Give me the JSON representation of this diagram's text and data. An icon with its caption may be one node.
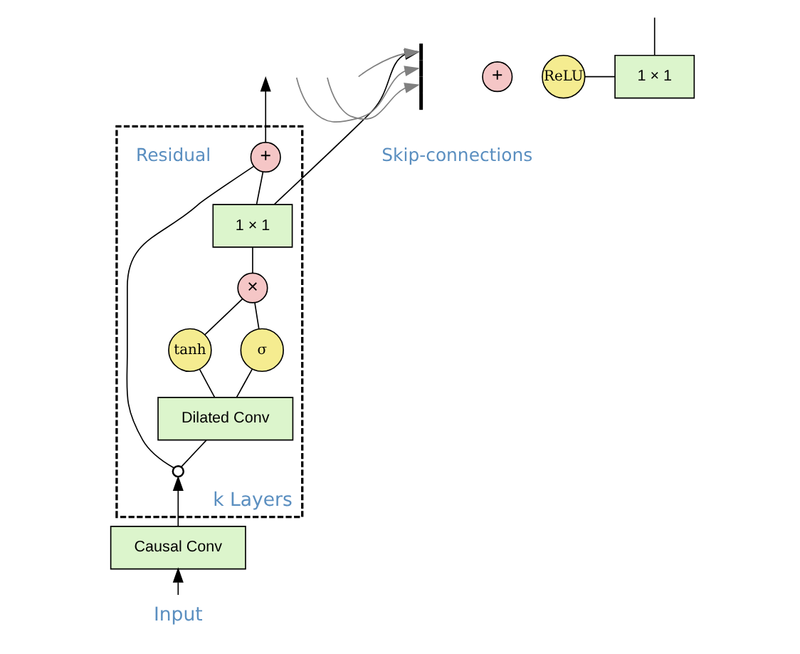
{
  "diagram": {
    "nodes": [
      {
        "text": [
          "k Layers"
        ]
      },
      {
        "text": [
          "+"
        ],
        "in": 0
      },
      {
        "text": [
          "1 × 1"
        ],
        "in": 0
      },
      {
        "text": [
          "×"
        ],
        "in": 0
      },
      {
        "text": [
          "tanh"
        ],
        "in": 0
      },
      {
        "text": [
          "σ"
        ],
        "in": 0
      },
      {
        "text": [
          "Dilated Conv"
        ],
        "in": 0
      },
      {
        "text": [],
        "shape": "circle",
        "in": 0
      },
      {
        "text": [
          "Causal Conv"
        ]
      },
      {
        "text": [
          "Input"
        ]
      },
      {
        "text": [],
        "shape": "bar"
      },
      {
        "text": [
          "+"
        ]
      },
      {
        "text": [
          "ReLU"
        ]
      },
      {
        "text": [
          "1 × 1"
        ]
      }
    ],
    "edges": [
      {
        "from": 9,
        "to": 8,
        "arrow": "to"
      },
      {
        "from": 8,
        "to": 7,
        "arrow": "to"
      },
      {
        "from": 7,
        "to": 6,
        "arrow": "none"
      },
      {
        "from": 7,
        "to": 1,
        "arrow": "none"
      },
      {
        "from": 6,
        "to": 4,
        "arrow": "none"
      },
      {
        "from": 6,
        "to": 5,
        "arrow": "none"
      },
      {
        "from": 4,
        "to": 3,
        "arrow": "none"
      },
      {
        "from": 5,
        "to": 3,
        "arrow": "none"
      },
      {
        "from": 3,
        "to": 2,
        "arrow": "none"
      },
      {
        "from": 2,
        "to": 1,
        "arrow": "none"
      },
      {
        "from": 1,
        "to": null,
        "arrow": "to"
      },
      {
        "from": 2,
        "to": 10,
        "arrow": "to"
      },
      {
        "from": null,
        "to": 10,
        "arrow": "to",
        "color": "#808080"
      },
      {
        "from": null,
        "to": 10,
        "arrow": "to",
        "color": "#808080"
      },
      {
        "from": null,
        "to": 10,
        "arrow": "to",
        "color": "#808080"
      },
      {
        "from": 12,
        "to": 13,
        "arrow": "none"
      },
      {
        "from": 13,
        "to": null,
        "arrow": "none"
      }
    ],
    "labels": [
      "Residual",
      "Skip-connections"
    ]
  }
}
